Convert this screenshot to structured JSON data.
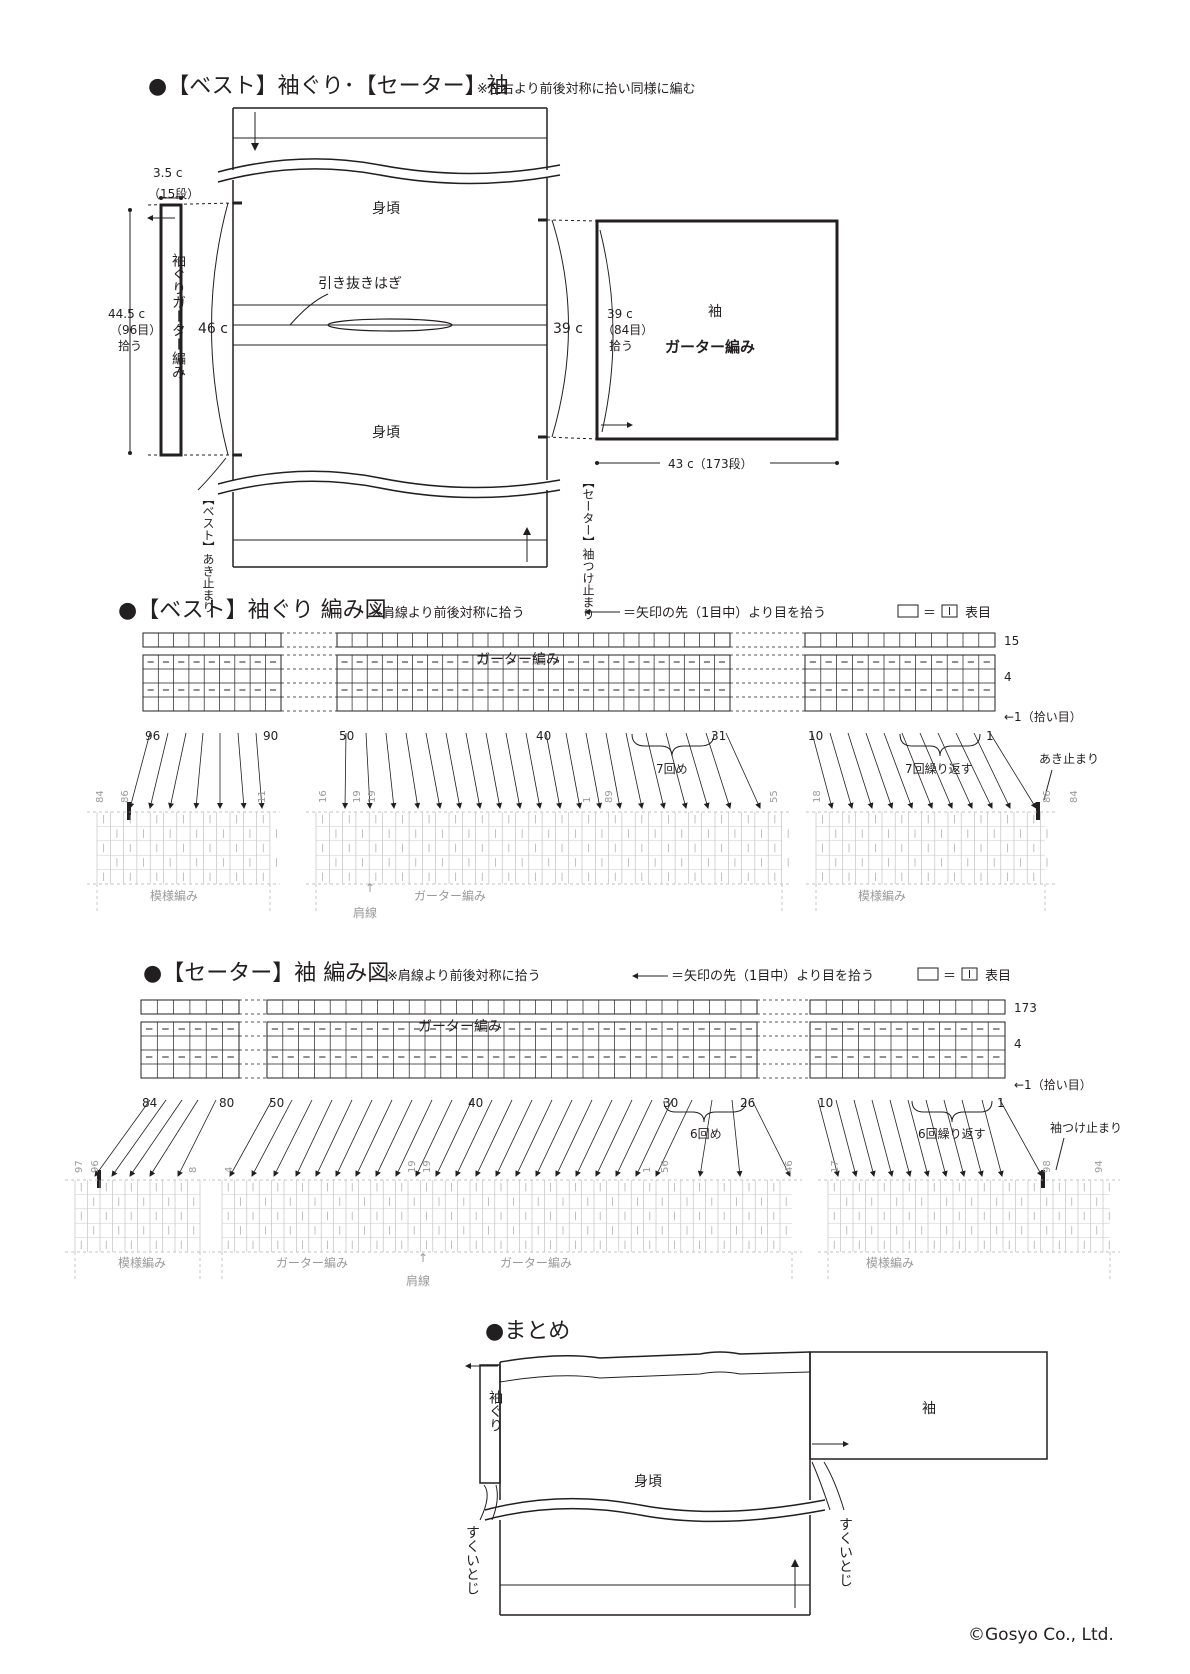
{
  "section1": {
    "title": "●【ベスト】袖ぐり･【セーター】袖",
    "note": "※左右より前後対称に拾い同様に編む",
    "armhole_width": "3.5 c",
    "armhole_rows": "（15段）",
    "armhole_vertical": "袖ぐりガーター編み",
    "armhole_len": "44.5 c",
    "armhole_sts": "（96目）",
    "armhole_pick": "拾う",
    "body_label": "身頃",
    "seam_label": "引き抜きはぎ",
    "left_height": "46 c",
    "right_height": "39 c",
    "sleeve_len": "39 c",
    "sleeve_sts": "（84目）",
    "sleeve_pick": "拾う",
    "sleeve_label": "袖",
    "sleeve_stitch": "ガーター編み",
    "sleeve_width": "43 c（173段）",
    "vest_stop": "【ベスト】あき止まり",
    "sweater_stop": "【セーター】袖つけ止まり"
  },
  "section2": {
    "title": "●【ベスト】袖ぐり 編み図",
    "note": "※肩線より前後対称に拾う",
    "legend_arrow": "＝矢印の先（1目中）より目を拾う",
    "legend_box": "＝",
    "legend_knit": "表目",
    "row_top": "15",
    "row_mid": "4",
    "row_pick": "←1（拾い目）",
    "garter": "ガーター編み",
    "nums": [
      "96",
      "90",
      "50",
      "40",
      "31",
      "10",
      "1"
    ],
    "repeat_a": "7回め",
    "repeat_b": "7回繰り返す",
    "stop": "あき止まり",
    "pattern_l": "模様編み",
    "garter_mid": "ガーター編み",
    "pattern_r": "模様編み",
    "shoulder": "肩線",
    "faint": [
      "84",
      "86",
      "11",
      "16",
      "19",
      "19",
      "1",
      "89",
      "55",
      "18",
      "86",
      "84"
    ]
  },
  "section3": {
    "title": "●【セーター】袖 編み図",
    "note": "※肩線より前後対称に拾う",
    "legend_arrow": "＝矢印の先（1目中）より目を拾う",
    "legend_box": "＝",
    "legend_knit": "表目",
    "row_top": "173",
    "row_mid": "4",
    "row_pick": "←1（拾い目）",
    "garter": "ガーター編み",
    "nums": [
      "84",
      "80",
      "50",
      "40",
      "30",
      "26",
      "10",
      "1"
    ],
    "repeat_a": "6回め",
    "repeat_b": "6回繰り返す",
    "stop": "袖つけ止まり",
    "pattern_l": "模様編み",
    "garter_l": "ガーター編み",
    "garter_r": "ガーター編み",
    "pattern_r": "模様編み",
    "shoulder": "肩線",
    "faint": [
      "97",
      "96",
      "8",
      "4",
      "19",
      "19",
      "1",
      "56",
      "46",
      "17",
      "98",
      "94"
    ]
  },
  "section4": {
    "title": "●まとめ",
    "armhole": "袖ぐり",
    "sleeve": "袖",
    "body": "身頃",
    "seam_l": "すくいとじ",
    "seam_r": "すくいとじ"
  },
  "copyright": "©Gosyo Co., Ltd."
}
